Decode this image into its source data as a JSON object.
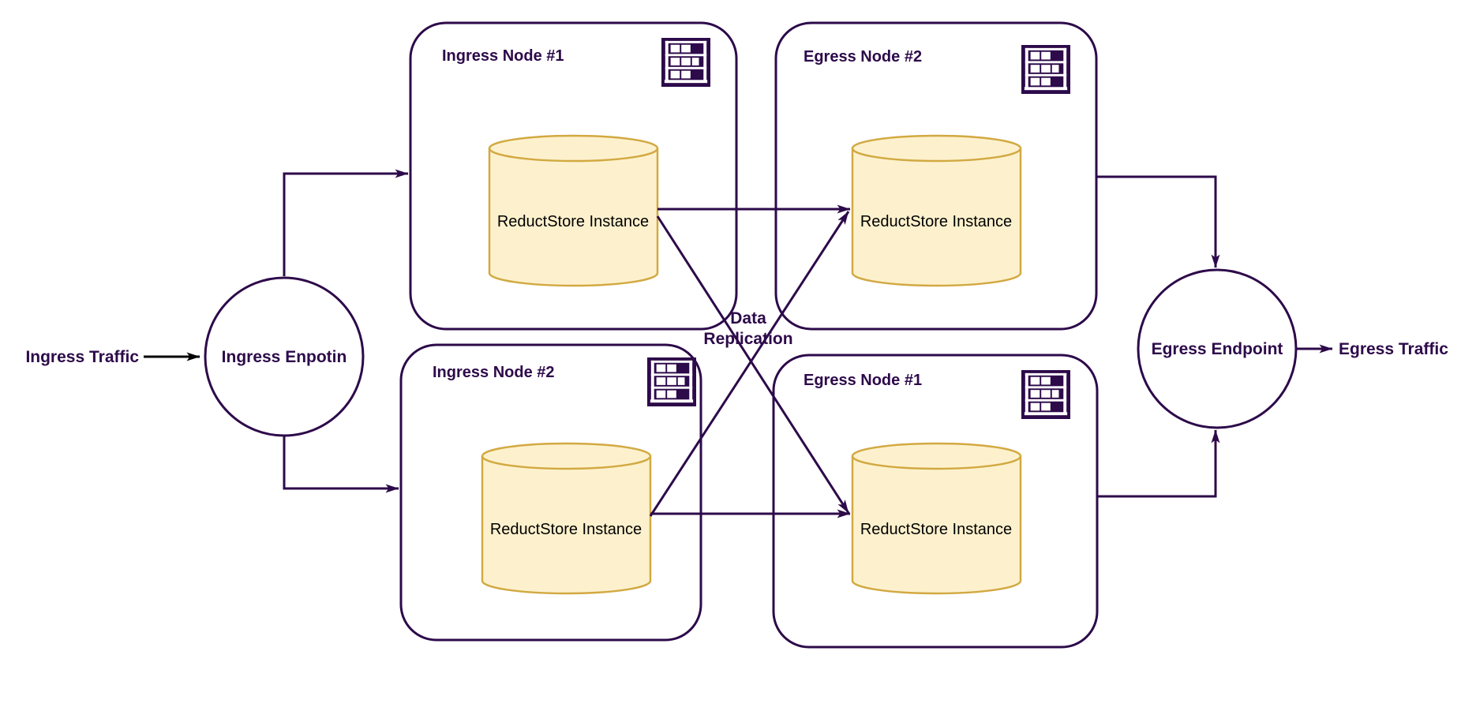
{
  "colors": {
    "purple": "#2d0a4a",
    "black": "#000000",
    "cylinder_fill": "#fdf1cd",
    "cylinder_stroke": "#d2a942",
    "background": "#ffffff"
  },
  "labels": {
    "ingress_traffic": "Ingress Traffic",
    "egress_traffic": "Egress Traffic",
    "ingress_endpoint": "Ingress Enpotin",
    "egress_endpoint": "Egress Endpoint",
    "replication_line1": "Data",
    "replication_line2": "Replication"
  },
  "nodes": [
    {
      "title": "Ingress Node #1",
      "instance": "ReductStore Instance",
      "icon": "server-rack-icon"
    },
    {
      "title": "Egress Node #2",
      "instance": "ReductStore Instance",
      "icon": "server-rack-icon"
    },
    {
      "title": "Ingress Node #2",
      "instance": "ReductStore Instance",
      "icon": "server-rack-icon"
    },
    {
      "title": "Egress Node #1",
      "instance": "ReductStore Instance",
      "icon": "server-rack-icon"
    }
  ]
}
